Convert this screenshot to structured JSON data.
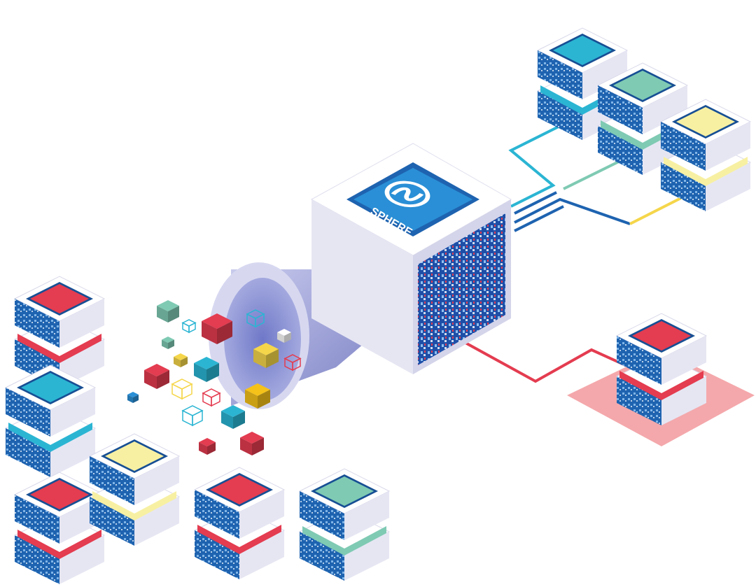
{
  "colors": {
    "white_top": "#ffffff",
    "side_light": "#e6e6f3",
    "side_shadow": "#c9c9e1",
    "panel_blue": "#1e63b0",
    "panel_dark": "#174f94",
    "red": "#e43c50",
    "teal": "#2bb5d3",
    "yellow": "#f7f0a3",
    "mint": "#7fcab3",
    "gold": "#f5c21a",
    "sphere_blue": "#2a8fd6",
    "funnel": "#8e94ce",
    "funnel_light": "#c4c6e8",
    "pink_pad": "#f4a8ab",
    "line_teal": "#2bb5d3",
    "line_blue": "#1e63b0",
    "line_mint": "#7fcab3",
    "line_yellow": "#f5d64a",
    "line_red": "#e43c50"
  },
  "logo": {
    "text": "SPHERE",
    "icon": "sphere-s-logo-icon"
  },
  "server_stacks": [
    {
      "id": "left-top",
      "accent": "red"
    },
    {
      "id": "left-middle",
      "accent": "teal"
    },
    {
      "id": "left-bottom",
      "accent": "red"
    },
    {
      "id": "bottom-yellow",
      "accent": "yellow"
    },
    {
      "id": "bottom-red",
      "accent": "red"
    },
    {
      "id": "bottom-mint",
      "accent": "mint"
    },
    {
      "id": "right-top-teal",
      "accent": "teal"
    },
    {
      "id": "right-top-mint",
      "accent": "mint"
    },
    {
      "id": "right-top-yellow",
      "accent": "yellow"
    },
    {
      "id": "right-red-on-pad",
      "accent": "red"
    }
  ],
  "data_cubes": [
    "mint",
    "teal-outline",
    "red",
    "mint",
    "yellow",
    "teal",
    "yellow-outline",
    "red",
    "blue",
    "teal-outline",
    "red-outline",
    "teal",
    "red",
    "red",
    "yellow",
    "gold",
    "teal-outline",
    "red-outline",
    "white"
  ]
}
